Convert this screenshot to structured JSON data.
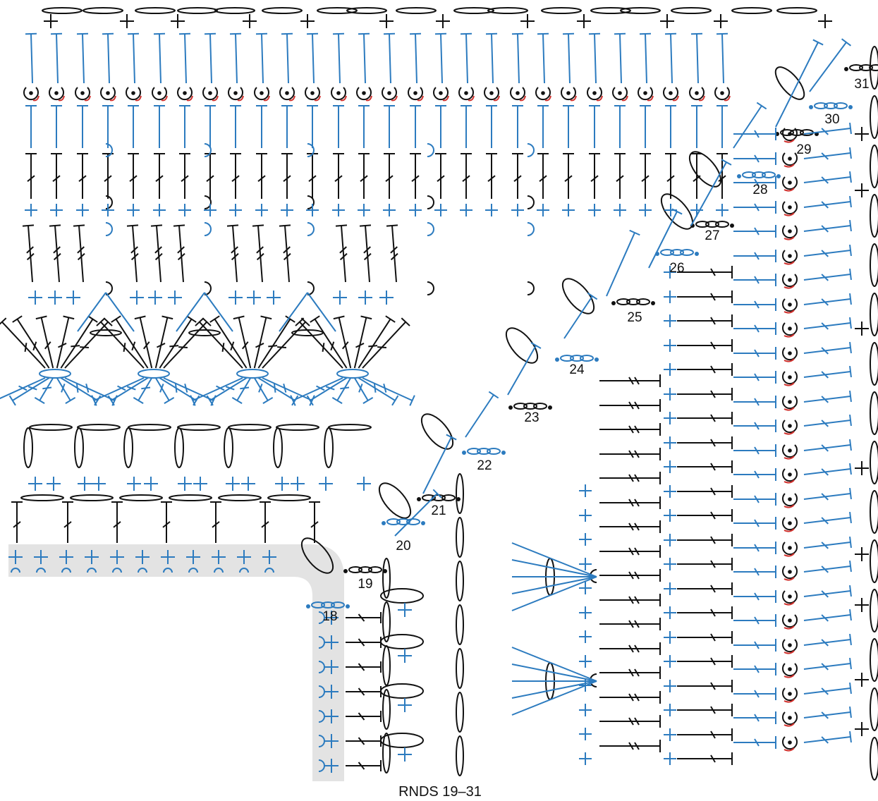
{
  "caption": "RNDS 19–31",
  "round_labels": [
    "18",
    "19",
    "20",
    "21",
    "22",
    "23",
    "24",
    "25",
    "26",
    "27",
    "28",
    "29",
    "30",
    "31"
  ],
  "colors": {
    "black_rounds": "#111111",
    "blue_rounds": "#2c7bbf",
    "turning_arrow": "#d0312d",
    "shaded_area": "#e3e3e3"
  },
  "symbols": {
    "chain": "chain-oval-icon",
    "single_crochet": "plus-icon",
    "double_crochet": "slashed-t-icon",
    "treble_crochet": "double-slashed-t-icon",
    "front_post": "hook-icon",
    "slip_stitch_in_ring": "dot-ring-icon"
  }
}
